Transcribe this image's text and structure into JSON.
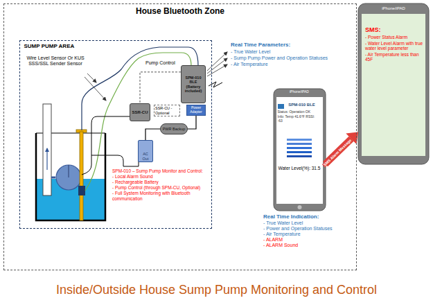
{
  "diagram": {
    "caption": "Inside/Outside House Sump Pump Monitoring and Control",
    "nodes": [
      {
        "text": [
          "House Bluetooth Zone"
        ]
      },
      {
        "text": [
          "SUMP PUMP AREA"
        ],
        "in": 0
      },
      {
        "text": [
          "SPM-010 BLE (Battery included)"
        ],
        "in": 1
      },
      {
        "text": [
          "Power Adapter"
        ],
        "in": 1
      },
      {
        "text": [
          "SSR-CU"
        ],
        "in": 1
      },
      {
        "text": [
          "PWR Backup"
        ],
        "in": 1
      },
      {
        "text": [
          "AC Out"
        ],
        "in": 1
      },
      {
        "text": [
          "iPhone/iPAD",
          "SPM-010 BLE",
          "Status: Operation OK",
          "Info: Temp 41.6°F RSSI: -63",
          "Water Level(%): 31.5"
        ],
        "in": 0
      },
      {
        "text": [
          "iPhone/iPAD",
          "SMS:",
          "- Power Status Alarm",
          "- Water Level Alarm with true water level parameter",
          "- Air Temperature less than 45F"
        ]
      }
    ],
    "edges": [
      {
        "from": 2,
        "to": 4,
        "arrow": "none"
      },
      {
        "from": 3,
        "to": 5,
        "arrow": "none"
      },
      {
        "from": 5,
        "to": 6,
        "arrow": "none"
      },
      {
        "from": 7,
        "to": 8,
        "arrow": "to",
        "label": "SMS Alarm Message"
      }
    ],
    "labels": [
      "Wire Level Sensor Or KUS SSS/SSL Sender Sensor",
      "Pump Control",
      "SSR-CU - Optional",
      "SPM-010 – Sump Pump Monitor and Control:",
      "- Local Alarm Sound",
      "- Rechargeable Battery",
      "- Pump Control (through SPM-CU, Optional)",
      "- Full System Monitoring with Bluetooth communication",
      "Real Time Parameters:",
      "- True Water Level",
      "- Sump Pump Power and Operation Statuses",
      "- Air Temperature",
      "Real Time Indication:",
      "- True Water Level",
      "- Power and Operation Statuses",
      "- Air Temperature",
      "- ALARM",
      "- ALARM Sound"
    ]
  }
}
